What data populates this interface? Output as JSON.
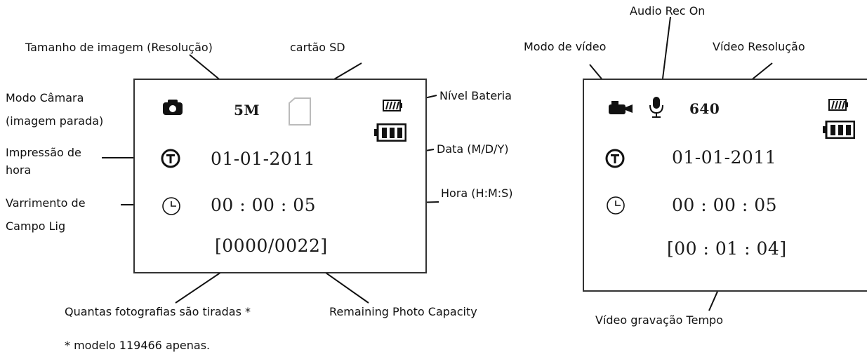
{
  "labels": {
    "tamanho": "Tamanho de imagem (Resolução)",
    "cartao": "cartão SD",
    "modo_camara_1": "Modo Câmara",
    "modo_camara_2": "(imagem parada)",
    "nivel_bateria": "Nível Bateria",
    "impressao_1": "Impressão de",
    "impressao_2": "hora",
    "data": "Data (M/D/Y)",
    "varrimento_1": "Varrimento de",
    "varrimento_2": "Campo Lig",
    "hora": "Hora (H:M:S)",
    "quantas": "Quantas fotografias são tiradas *",
    "remaining": "Remaining Photo Capacity",
    "footnote": "* modelo 119466 apenas.",
    "audio_rec": "Audio Rec On",
    "modo_video": "Modo de vídeo",
    "video_resolucao": "Vídeo Resolução",
    "video_gravacao": "Vídeo gravação Tempo"
  },
  "photo_screen": {
    "resolution": "5M",
    "date": "01-01-2011",
    "time": "00 : 00 : 05",
    "counter": "[0000/0022]"
  },
  "video_screen": {
    "resolution": "640",
    "date": "01-01-2011",
    "time": "00 : 00 : 05",
    "record_time": "[00 : 01 : 04]"
  },
  "icons": [
    "camera-icon",
    "sd-card-icon",
    "battery-level-icon",
    "battery-icon",
    "timestamp-t-icon",
    "clock-icon",
    "video-camera-icon",
    "microphone-icon"
  ]
}
